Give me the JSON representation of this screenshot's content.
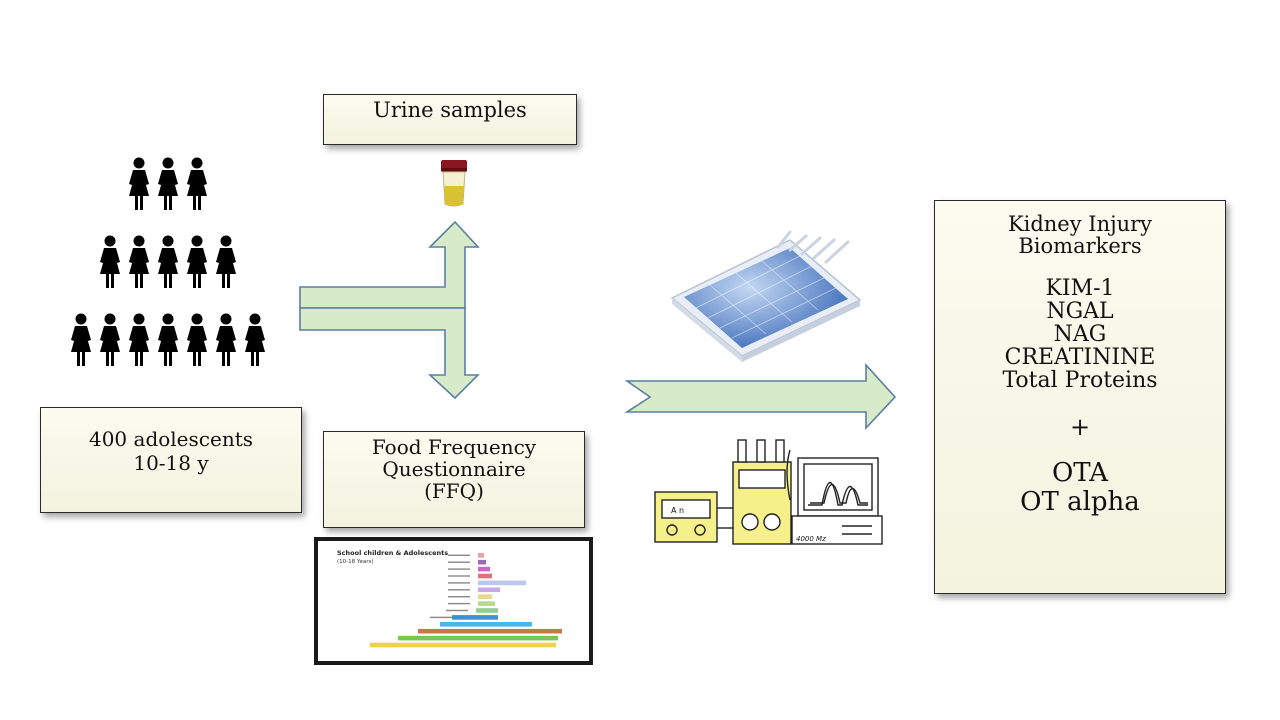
{
  "boxes": {
    "urine": "Urine samples",
    "adolescents": {
      "line1": "400 adolescents",
      "line2": "10-18 y"
    },
    "ffq": {
      "line1": "Food Frequency",
      "line2": "Questionnaire",
      "line3": "(FFQ)"
    },
    "biomarkers": {
      "title1": "Kidney Injury",
      "title2": "Biomarkers",
      "items": [
        "KIM-1",
        "NGAL",
        "NAG",
        "CREATININE",
        "Total Proteins"
      ],
      "plus": "+",
      "toxins": [
        "OTA",
        "OT alpha"
      ]
    }
  },
  "ffq_chart": {
    "title1": "School children & Adolescents",
    "title2": "(10-18 Years)",
    "instrument_label": "4000 Mz"
  },
  "colors": {
    "arrow_fill": "#d8ebc8",
    "arrow_stroke": "#5a7fa3",
    "box_fill": "#f7f7e6",
    "plate_blue": "#3a6fc4",
    "instrument_yellow": "#f6f08a"
  }
}
